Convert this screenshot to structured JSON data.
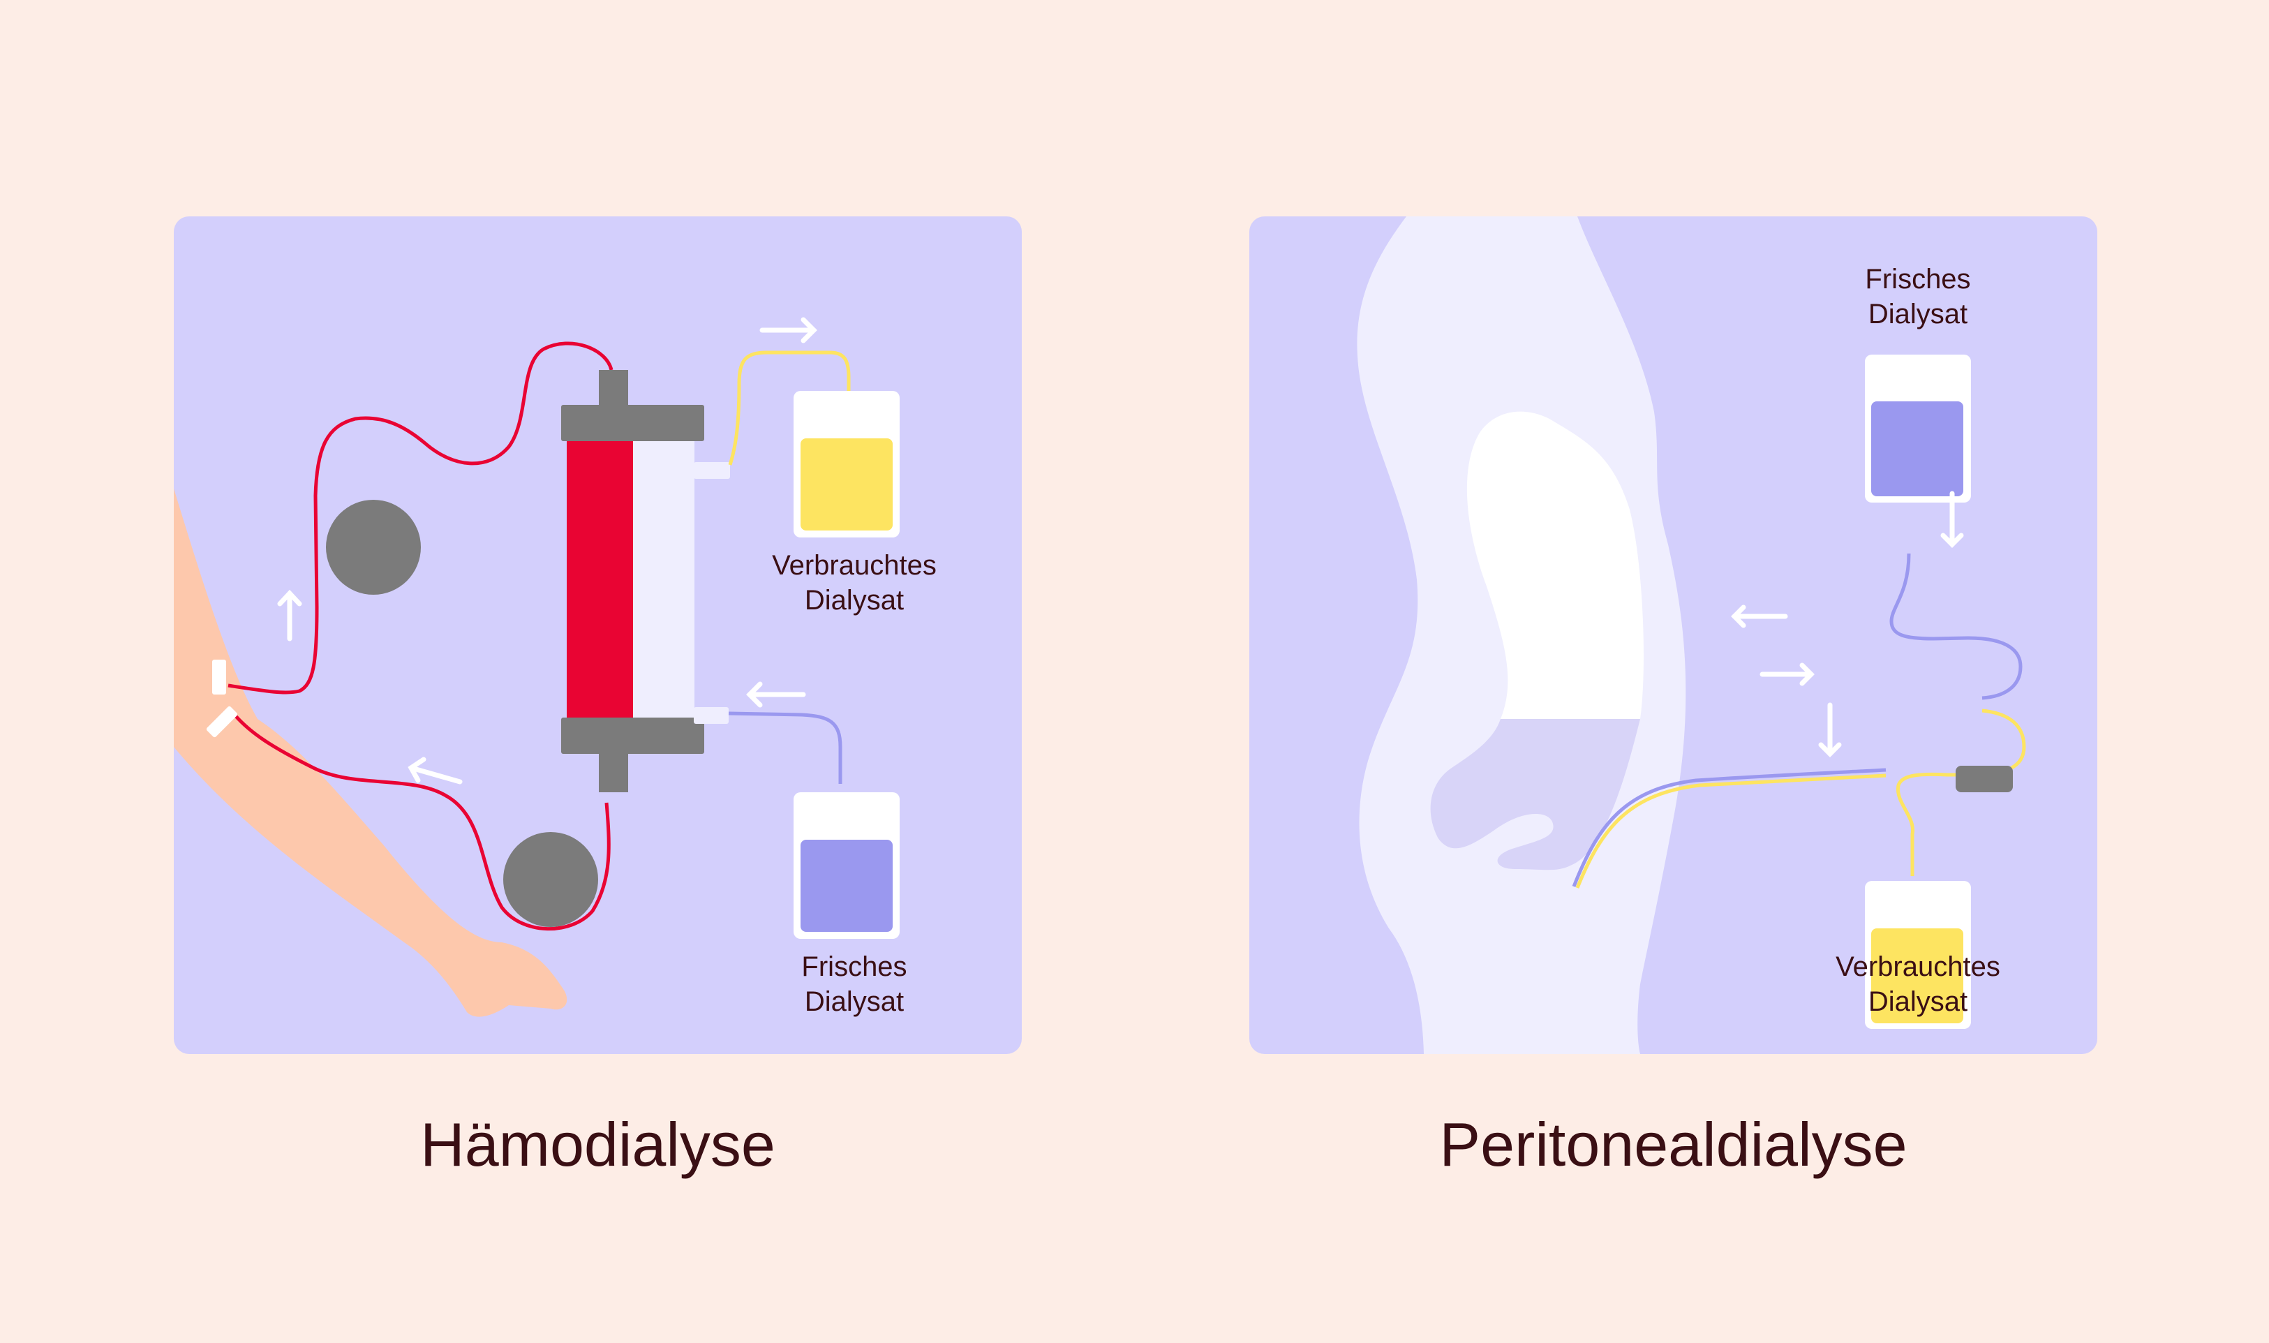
{
  "colors": {
    "background": "#fdede6",
    "panel": "#d3cffc",
    "blood": "#e90433",
    "pump": "#7b7b7b",
    "fresh_dialysate": "#9a98ef",
    "used_dialysate": "#fde461",
    "skin": "#fdc8ac",
    "body_light": "#efeefe",
    "text": "#3a0f14"
  },
  "hemodialysis": {
    "title": "Hämodialyse",
    "used_bag_label_line1": "Verbrauchtes",
    "used_bag_label_line2": "Dialysat",
    "fresh_bag_label_line1": "Frisches",
    "fresh_bag_label_line2": "Dialysat",
    "icons": [
      "arrow-right-icon",
      "arrow-left-icon",
      "arrow-up-icon",
      "arrow-up-left-icon"
    ]
  },
  "peritoneal_dialysis": {
    "title": "Peritonealdialyse",
    "fresh_bag_label_line1": "Frisches",
    "fresh_bag_label_line2": "Dialysat",
    "used_bag_label_line1": "Verbrauchtes",
    "used_bag_label_line2": "Dialysat",
    "icons": [
      "arrow-left-icon",
      "arrow-right-icon",
      "arrow-down-icon",
      "arrow-down-icon"
    ]
  }
}
